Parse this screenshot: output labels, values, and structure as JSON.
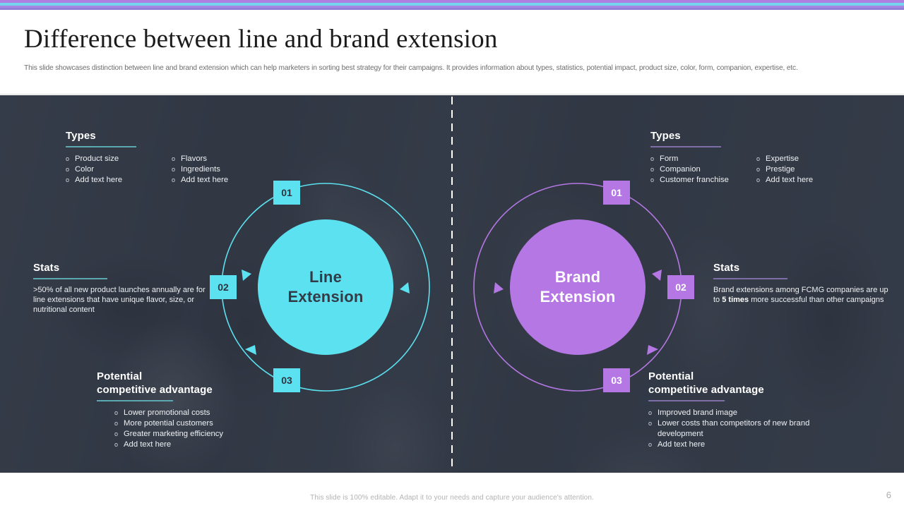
{
  "theme": {
    "stripe_colors": [
      "#b07de0",
      "#74d4f0",
      "#a985e2",
      "#8f7fd8"
    ],
    "panel_bg": "#333b47",
    "cyan": "#5ce1f0",
    "purple": "#b477e3",
    "rule_cyan": "#5aa8b0",
    "rule_purple": "#7d6ea8"
  },
  "header": {
    "title": "Difference between line and brand extension",
    "subtitle": "This slide showcases distinction between line and brand extension which can help marketers in sorting best strategy for their campaigns. It provides information about types, statistics, potential impact, product size, color, form, companion, expertise, etc."
  },
  "left": {
    "core_label": "Line\nExtension",
    "badges": [
      "01",
      "02",
      "03"
    ],
    "types": {
      "heading": "Types",
      "column_1": [
        "Product size",
        "Color",
        "Add text here"
      ],
      "column_2": [
        "Flavors",
        "Ingredients",
        "Add text here"
      ]
    },
    "stats": {
      "heading": "Stats",
      "body": ">50% of all new product launches annually are for line extensions that have unique flavor,  size, or nutritional content"
    },
    "advantage": {
      "heading": "Potential\ncompetitive advantage",
      "items": [
        "Lower promotional costs",
        "More  potential customers",
        "Greater marketing efficiency",
        "Add text here"
      ]
    }
  },
  "right": {
    "core_label": "Brand\nExtension",
    "badges": [
      "01",
      "02",
      "03"
    ],
    "types": {
      "heading": "Types",
      "column_1": [
        "Form",
        "Companion",
        "Customer franchise"
      ],
      "column_2": [
        "Expertise",
        "Prestige",
        "Add text here"
      ]
    },
    "stats": {
      "heading": "Stats",
      "body_part_1": "Brand extensions among FCMG companies are up to ",
      "body_emphasis": "5 times",
      "body_part_2": " more successful than other campaigns"
    },
    "advantage": {
      "heading": "Potential\ncompetitive advantage",
      "items": [
        "Improved brand image",
        "Lower costs than competitors of new brand development",
        "Add text here"
      ]
    }
  },
  "footer": {
    "note": "This slide is 100% editable. Adapt it to your needs and capture your audience's attention.",
    "page_number": "6"
  },
  "bullet_marker": "o"
}
